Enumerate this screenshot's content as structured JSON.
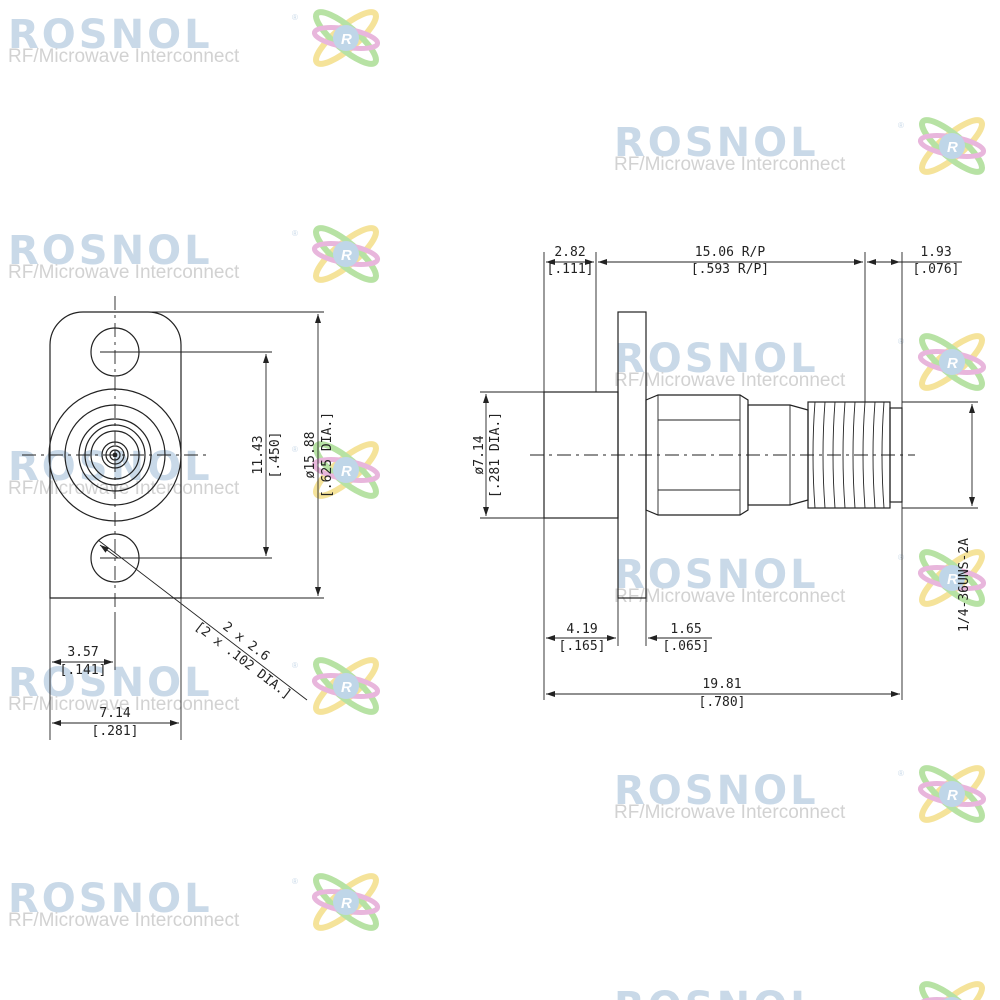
{
  "watermark": {
    "brand": "ROSNOL",
    "tagline": "RF/Microwave Interconnect",
    "registered": "®"
  },
  "front_view": {
    "hole_spacing_mm": "11.43",
    "hole_spacing_in": "[.450]",
    "outer_dia_mm": "ø15.88",
    "outer_dia_in": "[.625 DIA.]",
    "holes_mm": "2 x 2.6",
    "holes_in": "[2 x .102 DIA.]",
    "offset_mm": "3.57",
    "offset_in": "[.141]",
    "width_mm": "7.14",
    "width_in": "[.281]"
  },
  "side_view": {
    "flange_thk_mm": "2.82",
    "flange_thk_in": "[.111]",
    "ref_plane_mm": "15.06 R/P",
    "ref_plane_in": "[.593 R/P]",
    "tip_mm": "1.93",
    "tip_in": "[.076]",
    "body_dia_mm": "ø7.14",
    "body_dia_in": "[.281 DIA.]",
    "rear_len_mm": "4.19",
    "rear_len_in": "[.165]",
    "flange_w_mm": "1.65",
    "flange_w_in": "[.065]",
    "overall_mm": "19.81",
    "overall_in": "[.780]",
    "thread": "1/4-36UNS-2A"
  }
}
